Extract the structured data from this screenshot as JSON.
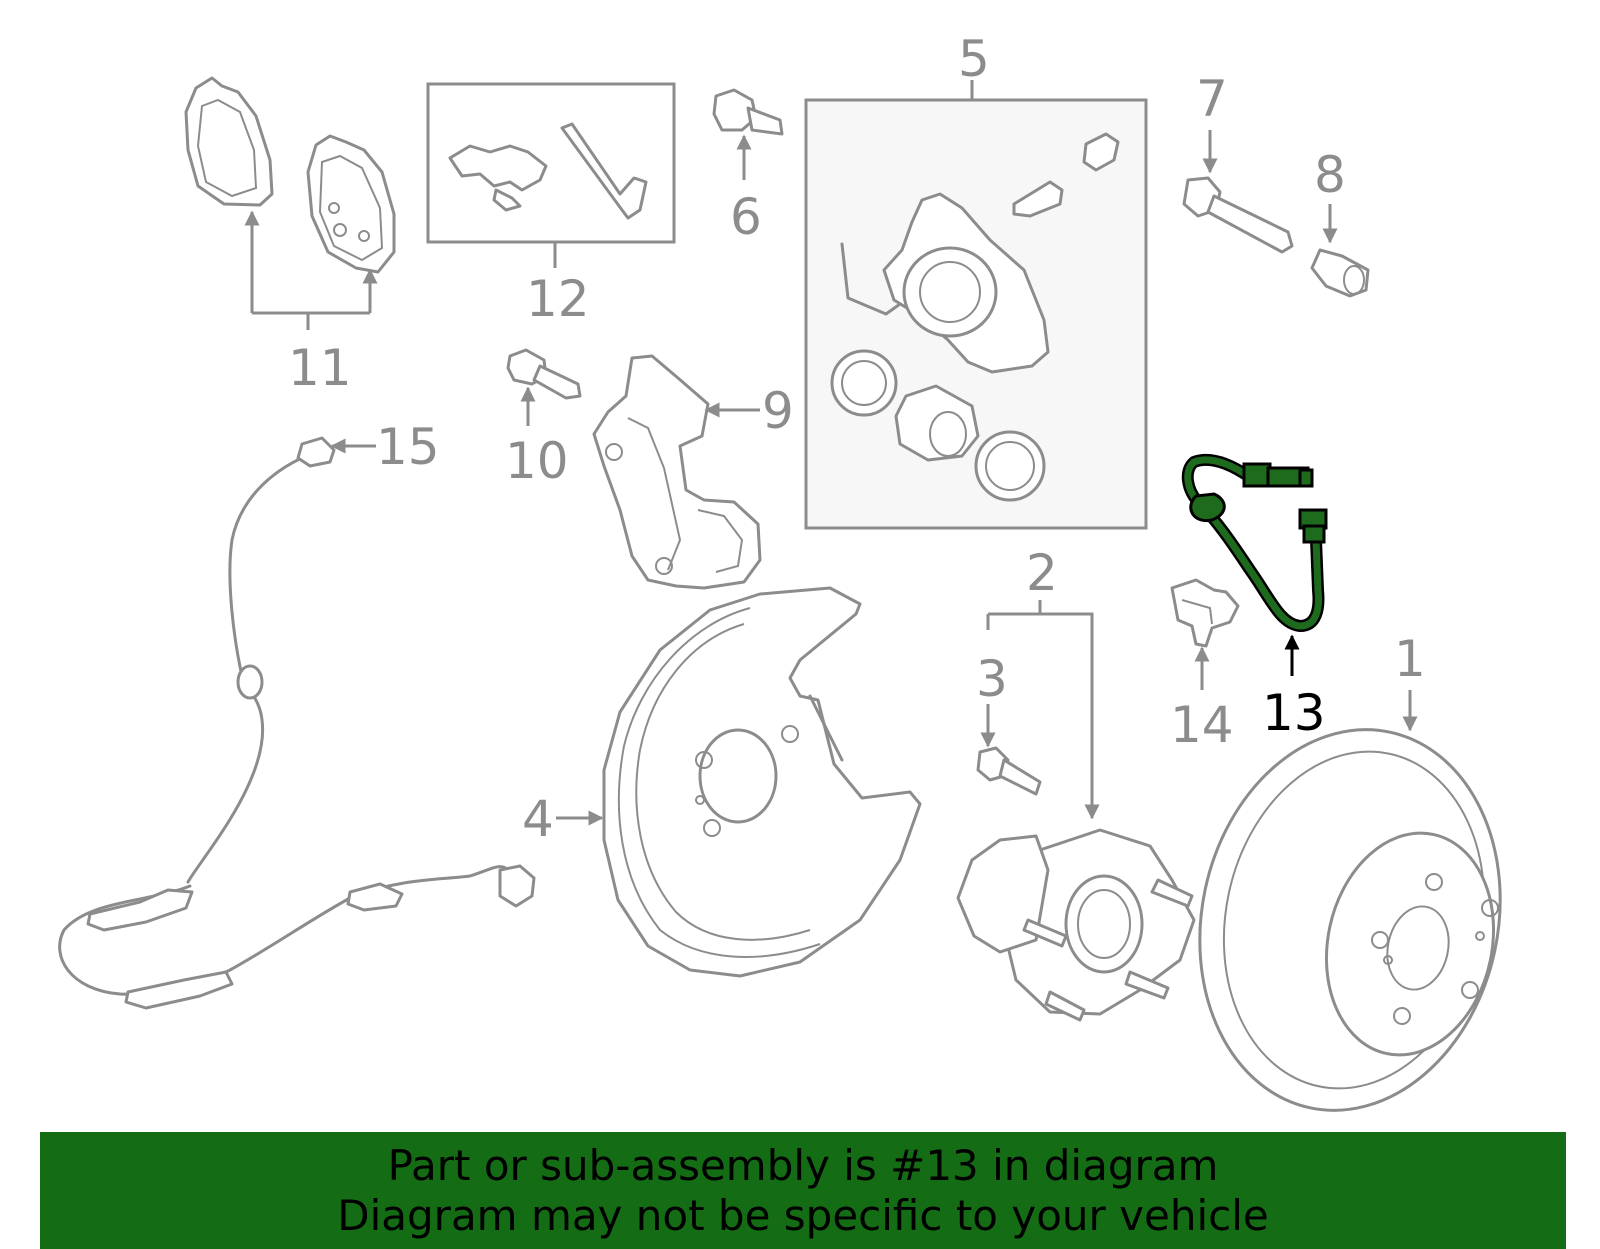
{
  "colors": {
    "part_gray": "#8c8c8c",
    "highlight_fill": "#1e6b1e",
    "highlight_stroke": "#000000",
    "banner_bg": "#146c14",
    "banner_text": "#000000"
  },
  "callouts": {
    "c1": "1",
    "c2": "2",
    "c3": "3",
    "c4": "4",
    "c5": "5",
    "c6": "6",
    "c7": "7",
    "c8": "8",
    "c9": "9",
    "c10": "10",
    "c11": "11",
    "c12": "12",
    "c13": "13",
    "c14": "14",
    "c15": "15"
  },
  "highlighted_part": "13",
  "banner": {
    "line1": "Part or sub-assembly is #13 in diagram",
    "line2": "Diagram may not be specific to your vehicle"
  }
}
